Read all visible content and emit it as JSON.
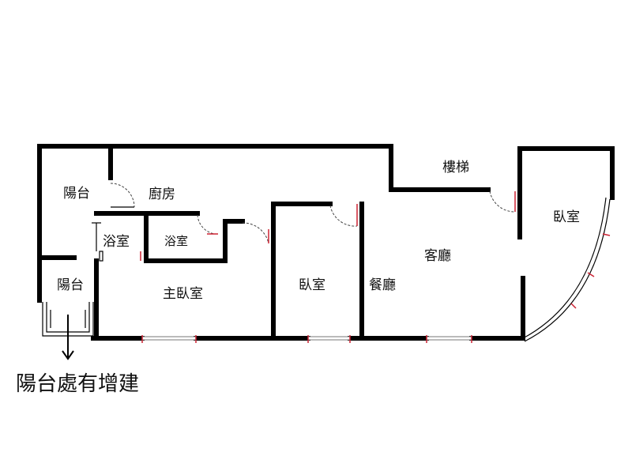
{
  "rooms": {
    "balcony_top": "陽台",
    "kitchen": "廚房",
    "stairs": "樓梯",
    "bedroom_right": "臥室",
    "bath_left": "浴室",
    "bath_inner": "浴室",
    "living_room": "客廳",
    "balcony_bottom": "陽台",
    "master_bedroom": "主臥室",
    "bedroom_middle": "臥室",
    "dining_room": "餐廳"
  },
  "note": "陽台處有增建"
}
